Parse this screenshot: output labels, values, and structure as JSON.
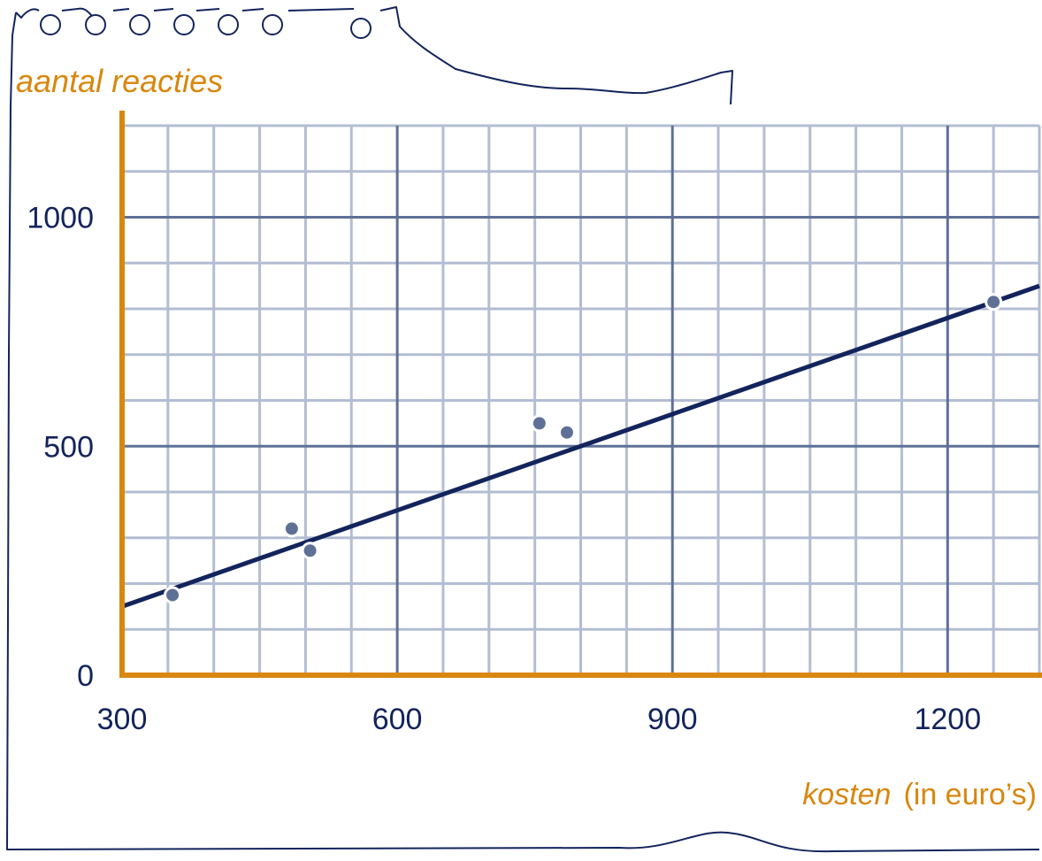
{
  "colors": {
    "axis": "#d8870f",
    "label": "#d8870f",
    "tick_text": "#13245c",
    "grid_minor": "#b3bdd2",
    "grid_major": "#5f7097",
    "line": "#13245c",
    "point": "#5f7097",
    "paper_outline": "#13245c"
  },
  "chart_data": {
    "type": "scatter",
    "xlabel": "kosten",
    "xlabel_unit": "(in euro’s)",
    "ylabel": "aantal reacties",
    "xlim": [
      300,
      1300
    ],
    "ylim": [
      0,
      1200
    ],
    "x_minor_step": 50,
    "x_major_step": 300,
    "y_minor_step": 100,
    "y_major_step": 500,
    "grid": true,
    "x_ticks": [
      300,
      600,
      900,
      1200
    ],
    "y_ticks": [
      0,
      500,
      1000
    ],
    "points": [
      {
        "x": 355,
        "y": 175
      },
      {
        "x": 485,
        "y": 320
      },
      {
        "x": 505,
        "y": 272
      },
      {
        "x": 755,
        "y": 550
      },
      {
        "x": 785,
        "y": 530
      },
      {
        "x": 1250,
        "y": 815
      }
    ],
    "trend_line": {
      "x": [
        300,
        1300
      ],
      "y": [
        150,
        850
      ]
    }
  }
}
